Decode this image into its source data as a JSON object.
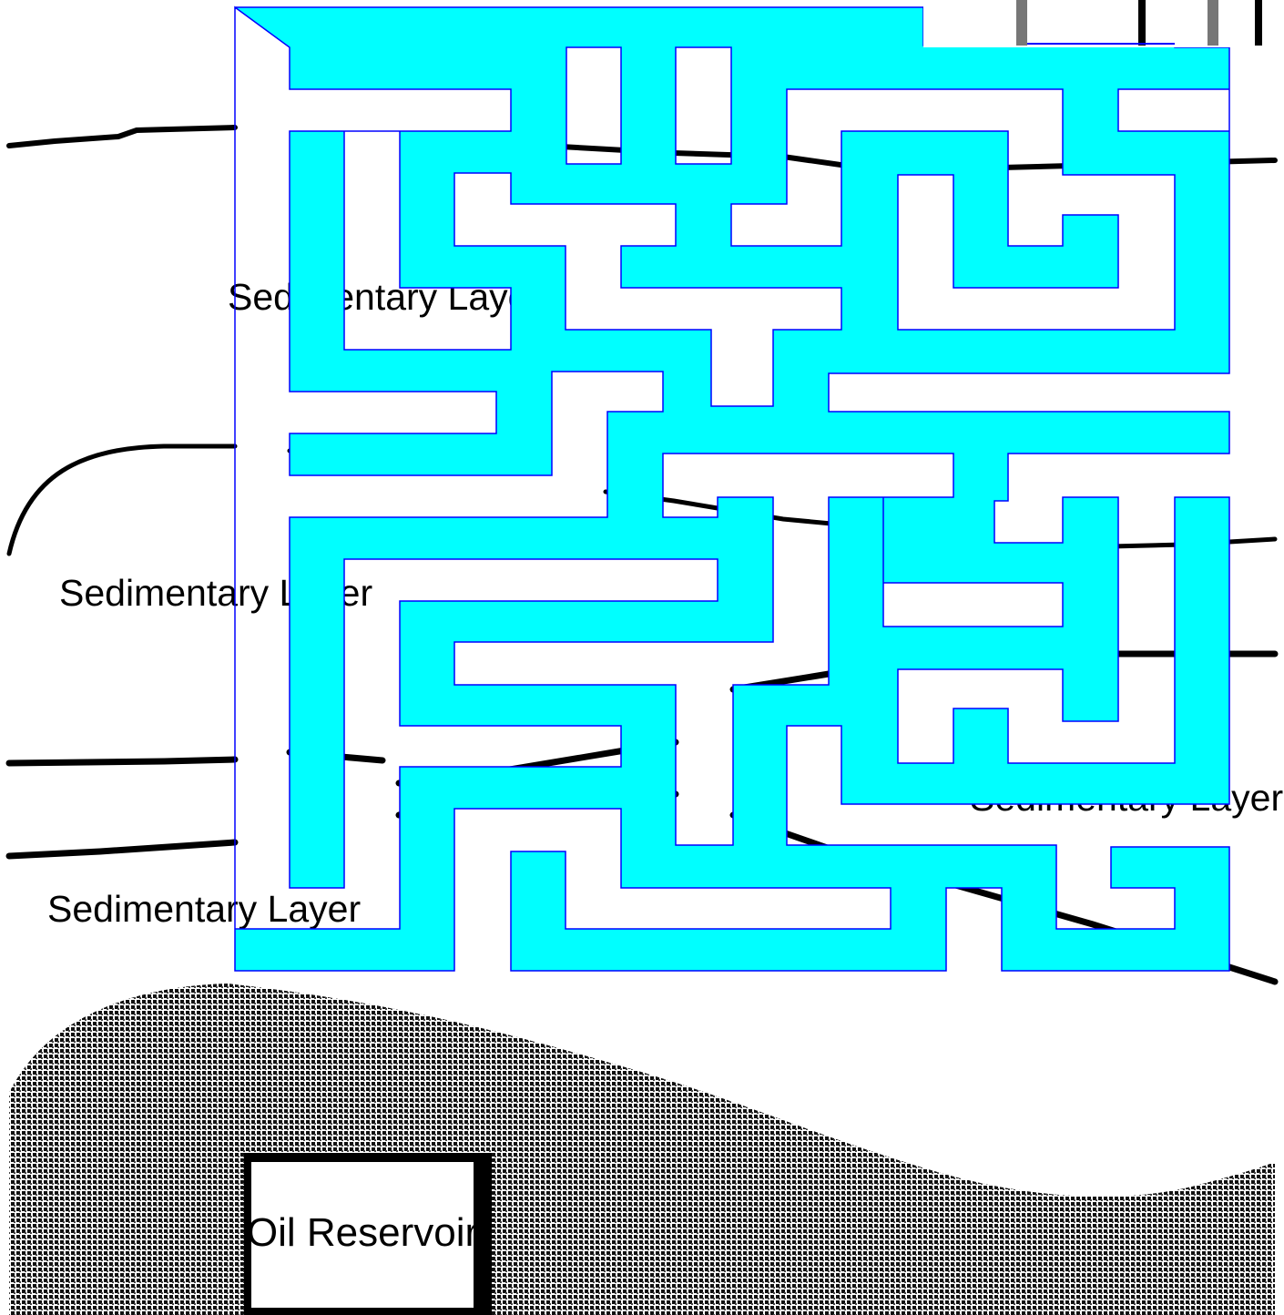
{
  "scene": {
    "labels": {
      "layer_top": "Sedimentary Layer",
      "layer_left": "Sedimentary Layer",
      "layer_right": "Sedimentary Layer",
      "layer_bottom": "Sedimentary Layer",
      "reservoir": "Oil Reservoir"
    },
    "colors": {
      "maze_path": "#00ffff",
      "maze_border": "#0000ff",
      "ground_line": "#000000",
      "reservoir_fill": "#1a1a1a",
      "background": "#ffffff"
    },
    "icons": [
      "drilling-rig-icon"
    ]
  }
}
